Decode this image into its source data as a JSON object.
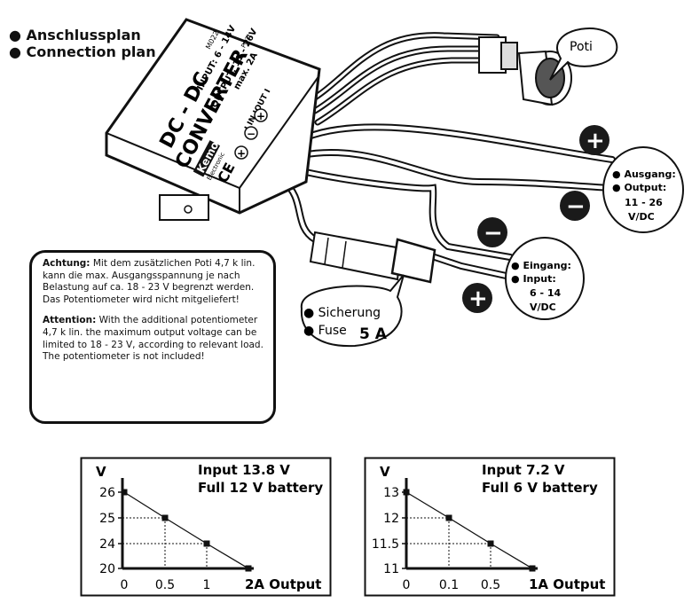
{
  "headings": [
    "Anschlussplan",
    "Connection plan"
  ],
  "module": {
    "line1": "DC - DC",
    "line2": "CONVERTER",
    "brand": "Kemo",
    "brand_sub": "Electronic",
    "part_no": "M022",
    "ce": "CE",
    "input_spec": "INPUT: 6 - 14V",
    "output_spec": "OUTPUT: 11 - 26V",
    "output_max": "max. 2A",
    "poti_label": "POTI",
    "term_plus1": "+",
    "term_minus": "−",
    "term_plus2": "+",
    "term_in_out": "I IN IOUT I"
  },
  "poti_bubble": "Poti",
  "output_bubble": {
    "label_de": "Ausgang:",
    "label_en": "Output:",
    "range": "11 - 26",
    "unit": "V/DC"
  },
  "input_bubble": {
    "label_de": "Eingang:",
    "label_en": "Input:",
    "range": "6 - 14",
    "unit": "V/DC"
  },
  "fuse_bubble": {
    "label_de": "Sicherung",
    "label_en": "Fuse",
    "rating": "5 A"
  },
  "polarity": {
    "out_plus": "+",
    "out_minus": "−",
    "in_minus": "−",
    "in_plus": "+"
  },
  "note": {
    "de_head": "Achtung:",
    "de_body": " Mit dem zusätzlichen Poti 4,7 k lin. kann die max. Ausgangsspannung je nach Belastung auf ca. 18 - 23 V begrenzt werden. Das Potentiometer wird nicht mitgeliefert!",
    "en_head": "Attention:",
    "en_body": " With the additional potentiometer 4,7 k lin. the maximum output voltage can be limited to 18 - 23 V, according to relevant load. The potentiometer is not included!"
  },
  "chart_data": [
    {
      "type": "line",
      "title": "Input 13.8 V",
      "subtitle": "Full 12 V battery",
      "ylabel": "V",
      "xlabel": "2A Output",
      "x_ticks": [
        "0",
        "0.5",
        "1"
      ],
      "y_ticks": [
        "20",
        "24",
        "25",
        "26"
      ],
      "x": [
        0,
        0.5,
        1,
        1.5
      ],
      "y": [
        26,
        25,
        24,
        20
      ],
      "grid": "dashed guides to points"
    },
    {
      "type": "line",
      "title": "Input 7.2 V",
      "subtitle": "Full 6 V battery",
      "ylabel": "V",
      "xlabel": "1A Output",
      "x_ticks": [
        "0",
        "0.1",
        "0.5"
      ],
      "y_ticks": [
        "11",
        "11.5",
        "12",
        "13"
      ],
      "x": [
        0,
        0.1,
        0.5,
        1.0
      ],
      "y": [
        13,
        12,
        11.5,
        11
      ],
      "grid": "dashed guides to points"
    }
  ]
}
